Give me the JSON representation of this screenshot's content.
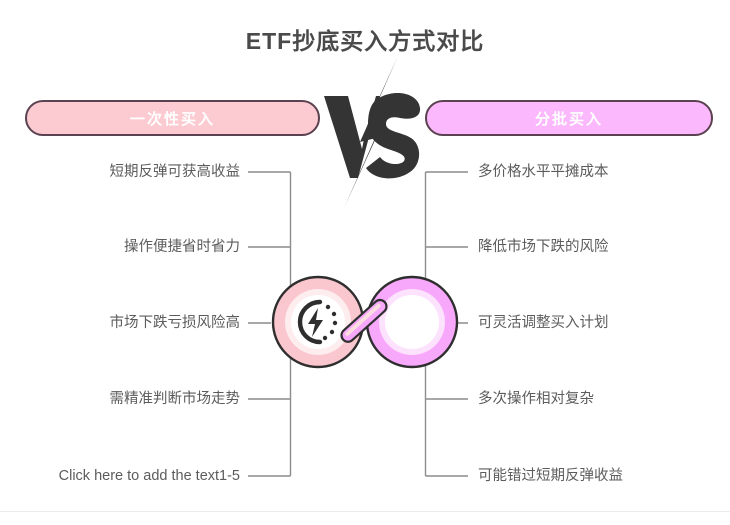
{
  "header": {
    "title": "ETF抄底买入方式对比"
  },
  "comparison": {
    "vs_label": "VS",
    "left": {
      "pill_label": "一次性买入",
      "pill_color": "#FCCBD1",
      "ring_color": "#FAC7CE",
      "icon_name": "lightning-clock-icon",
      "items": [
        "短期反弹可获高收益",
        "操作便捷省时省力",
        "市场下跌亏损风险高",
        "需精准判断市场走势",
        "Click here to add the text1-5"
      ]
    },
    "right": {
      "pill_label": "分批买入",
      "pill_color": "#FBB8FD",
      "ring_color": "#F7A8FB",
      "icon_name": "lightning-clock-mirrored-icon",
      "items": [
        "多价格水平平摊成本",
        "降低市场下跌的风险",
        "可灵活调整买入计划",
        "多次操作相对复杂",
        "可能错过短期反弹收益"
      ]
    }
  },
  "style": {
    "title_color": "#4a4a4a",
    "text_color": "#5c5c5c",
    "line_color": "#8c8c8c",
    "outline_color": "#5a4250",
    "ink_color": "#2e2e2e"
  }
}
